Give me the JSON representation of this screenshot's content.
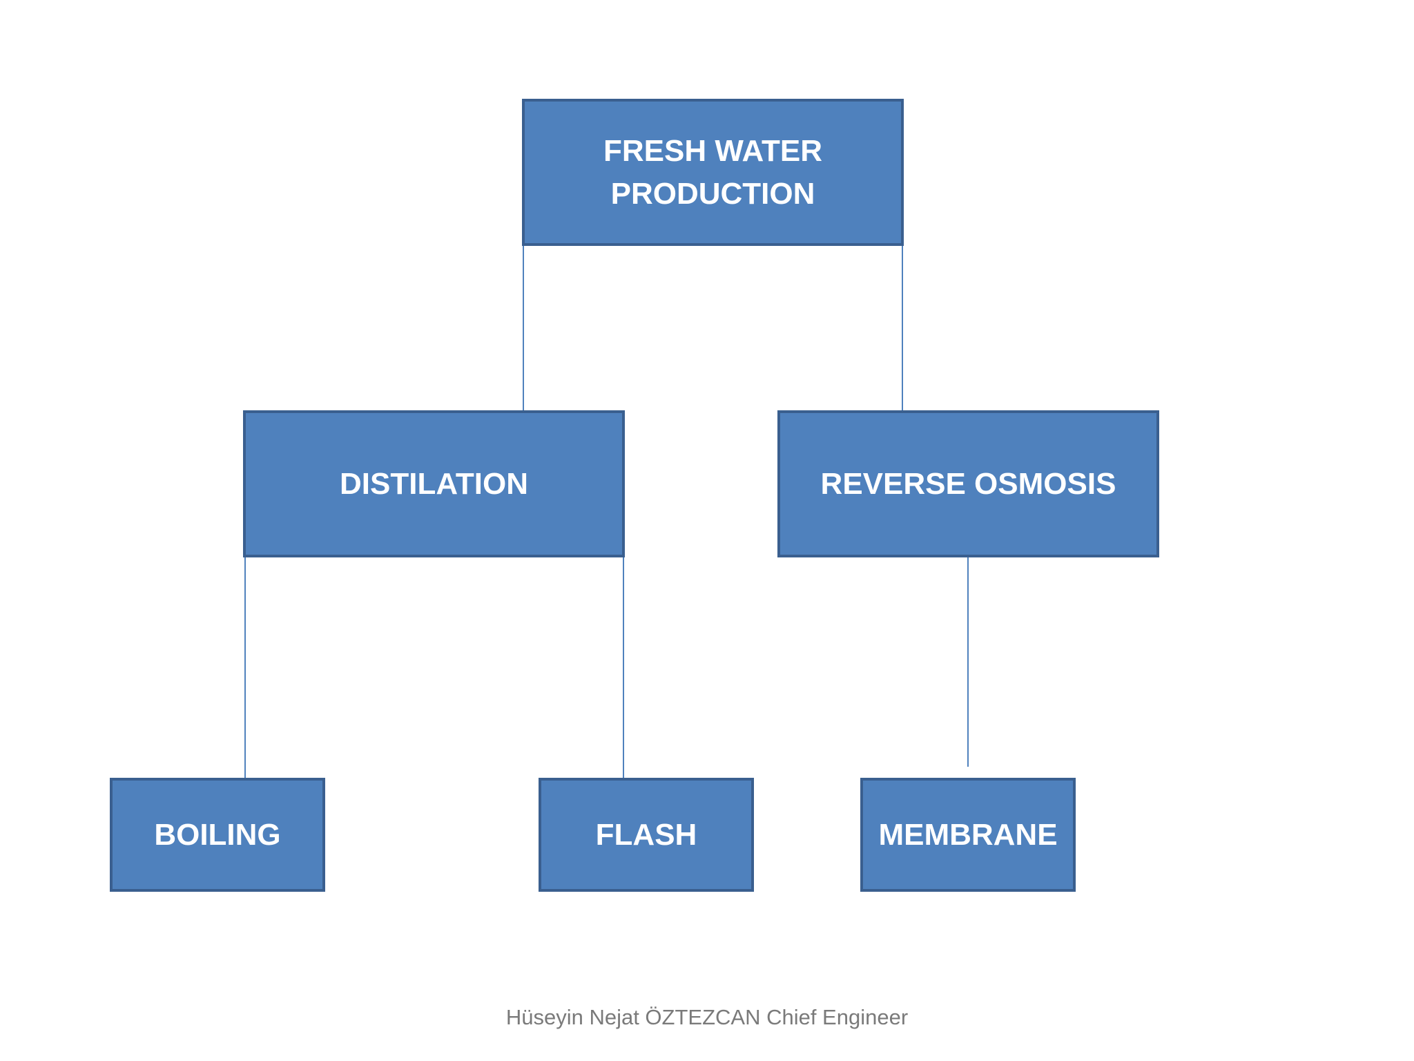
{
  "colors": {
    "node_fill": "#4f81bd",
    "node_border": "#3a5f8f",
    "connector": "#4f81bd",
    "node_text": "#ffffff",
    "footer_text": "#7a7a7a"
  },
  "diagram": {
    "root": {
      "label": "FRESH WATER\nPRODUCTION"
    },
    "level1": [
      {
        "label": "DISTILATION"
      },
      {
        "label": "REVERSE OSMOSIS"
      }
    ],
    "level2": [
      {
        "label": "BOILING"
      },
      {
        "label": "FLASH"
      },
      {
        "label": "MEMBRANE"
      }
    ]
  },
  "footer": {
    "text": "Hüseyin Nejat ÖZTEZCAN Chief Engineer"
  }
}
